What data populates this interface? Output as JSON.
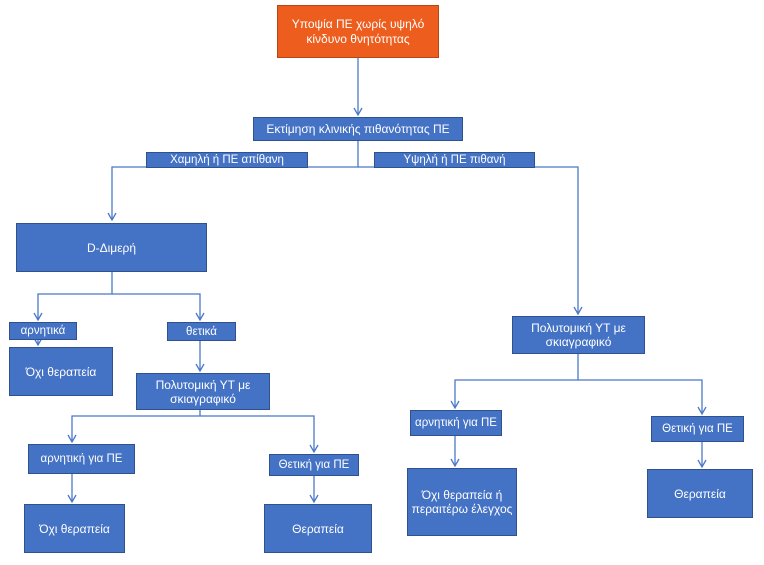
{
  "diagram": {
    "root": "Υποψία ΠΕ χωρίς υψηλό κίνδυνο θνητότητας",
    "assessment": "Εκτίμηση κλινικής πιθανότητας ΠΕ",
    "branch_low": "Χαμηλή ή ΠΕ απίθανη",
    "branch_high": "Υψηλή ή ΠΕ πιθανή",
    "d_dimer": "D-Διμερή",
    "d_negative": "αρνητικά",
    "d_positive": "θετικά",
    "no_treatment_1": "Όχι θεραπεία",
    "ct_left": "Πολυτομική ΥΤ με σκιαγραφικό",
    "ct_left_negative": "αρνητική για ΠΕ",
    "ct_left_positive": "Θετική για ΠΕ",
    "no_treatment_2": "Όχι θεραπεία",
    "treatment_left": "Θεραπεία",
    "ct_right": "Πολυτομική ΥΤ με σκιαγραφικό",
    "ct_right_negative": "αρνητική για ΠΕ",
    "ct_right_positive": "Θετική για ΠΕ",
    "no_treatment_further": "Όχι θεραπεία ή περαιτέρω έλεγχος",
    "treatment_right": "Θεραπεία"
  },
  "colors": {
    "box_fill": "#4472c4",
    "box_border": "#2f528f",
    "root_fill": "#ed5d1e",
    "connector": "#4a78c8",
    "text": "#ffffff"
  }
}
